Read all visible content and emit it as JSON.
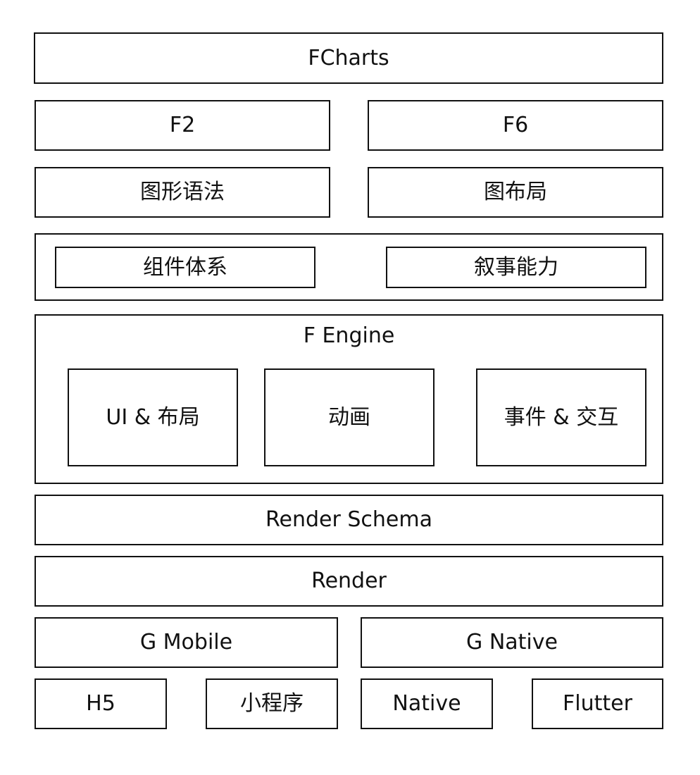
{
  "diagram": {
    "top": "FCharts",
    "row_f": [
      "F2",
      "F6"
    ],
    "row_grammar": [
      "图形语法",
      "图布局"
    ],
    "row_components": [
      "组件体系",
      "叙事能力"
    ],
    "engine": {
      "title": "F Engine",
      "items": [
        "UI & 布局",
        "动画",
        "事件 & 交互"
      ]
    },
    "render_schema": "Render Schema",
    "render": "Render",
    "row_g": [
      "G Mobile",
      "G Native"
    ],
    "row_platforms": [
      "H5",
      "小程序",
      "Native",
      "Flutter"
    ]
  }
}
